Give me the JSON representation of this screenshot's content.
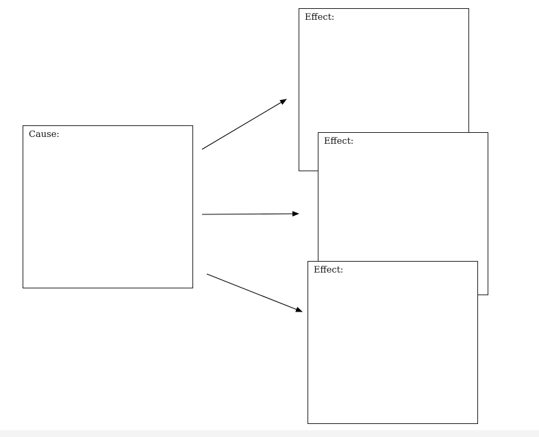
{
  "cause": {
    "label": "Cause:"
  },
  "effects": [
    {
      "label": "Effect:"
    },
    {
      "label": "Effect:"
    },
    {
      "label": "Effect:"
    }
  ]
}
